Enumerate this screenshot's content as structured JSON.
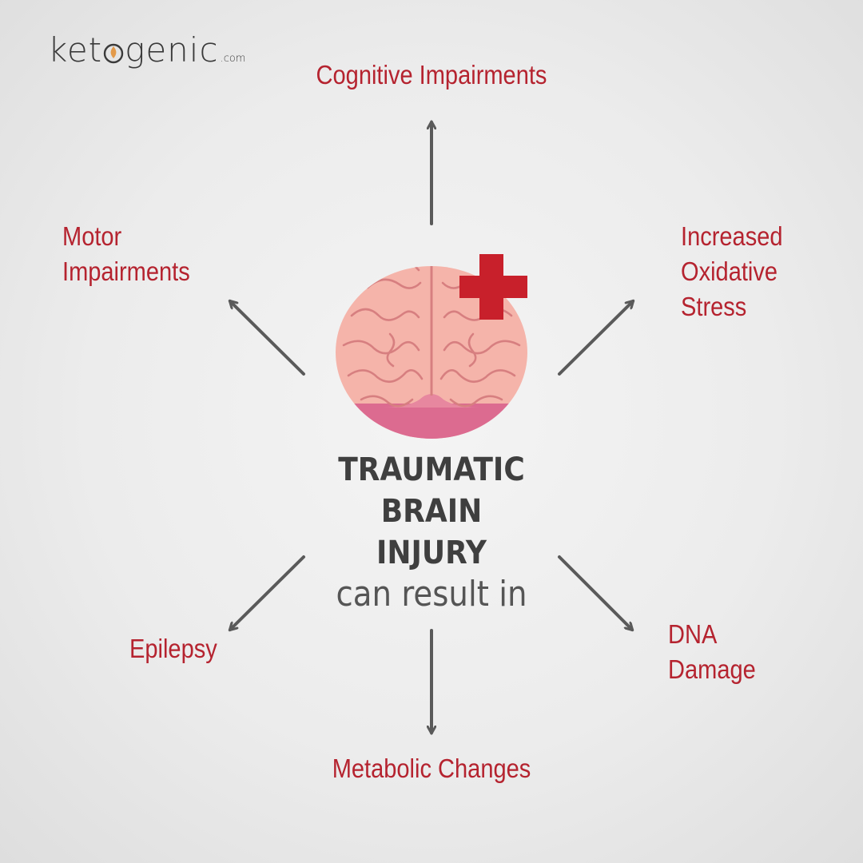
{
  "brand": {
    "logo_pre": "ket",
    "logo_post": "genic",
    "logo_suffix": ".com"
  },
  "center": {
    "title_lines": [
      "TRAUMATIC",
      "BRAIN",
      "INJURY"
    ],
    "subtitle": "can result in"
  },
  "effects": {
    "cognitive": [
      "Cognitive Impairments"
    ],
    "oxidative": [
      "Increased",
      "Oxidative",
      "Stress"
    ],
    "dna": [
      "DNA",
      "Damage"
    ],
    "metabolic": [
      "Metabolic Changes"
    ],
    "epilepsy": [
      "Epilepsy"
    ],
    "motor": [
      "Motor",
      "Impairments"
    ]
  },
  "colors": {
    "label": "#b5232f",
    "arrow": "#5a5a5a",
    "title": "#3f3f3f",
    "brain": "#f5b4aa",
    "brain_lines": "#d77f80",
    "brain_base": "#dc6b90",
    "cross": "#c8202b",
    "logo_accent": "#e39a4a"
  },
  "icons": [
    "brain-icon",
    "medical-cross-icon",
    "arrow-icon"
  ]
}
